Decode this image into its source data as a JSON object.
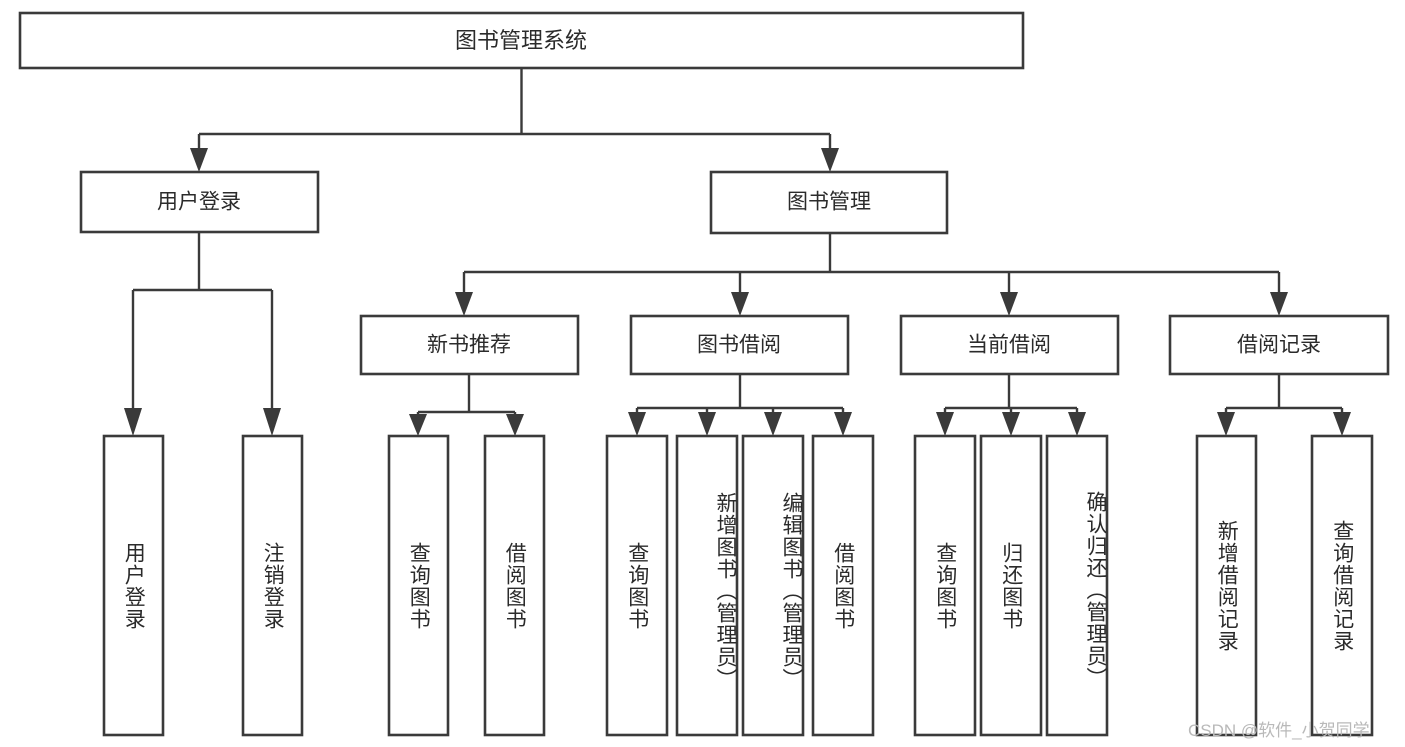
{
  "diagram": {
    "title": "图书管理系统",
    "type": "tree-hierarchy",
    "orientation": "top-down",
    "nodes": {
      "root": {
        "label": "图书管理系统",
        "level": 1
      },
      "user_login": {
        "label": "用户登录",
        "level": 2
      },
      "book_manage": {
        "label": "图书管理",
        "level": 2
      },
      "new_book_rec": {
        "label": "新书推荐",
        "level": 3
      },
      "book_borrow": {
        "label": "图书借阅",
        "level": 3
      },
      "current_borrow": {
        "label": "当前借阅",
        "level": 3
      },
      "borrow_record": {
        "label": "借阅记录",
        "level": 3
      }
    },
    "leaves": {
      "user_login": [
        {
          "label": "用户登录"
        },
        {
          "label": "注销登录"
        }
      ],
      "new_book_rec": [
        {
          "label": "查询图书"
        },
        {
          "label": "借阅图书"
        }
      ],
      "book_borrow": [
        {
          "label": "查询图书"
        },
        {
          "label": "新增图书（管理员）"
        },
        {
          "label": "编辑图书（管理员）"
        },
        {
          "label": "借阅图书"
        }
      ],
      "current_borrow": [
        {
          "label": "查询图书"
        },
        {
          "label": "归还图书"
        },
        {
          "label": "确认归还（管理员）"
        }
      ],
      "borrow_record": [
        {
          "label": "新增借阅记录"
        },
        {
          "label": "查询借阅记录"
        }
      ]
    },
    "watermark": "CSDN @软件_小贺同学",
    "colors": {
      "stroke": "#3a3a3a",
      "fill": "#ffffff",
      "text": "#2b2b2b",
      "watermark": "#b9b9b9",
      "background": "#ffffff"
    }
  }
}
